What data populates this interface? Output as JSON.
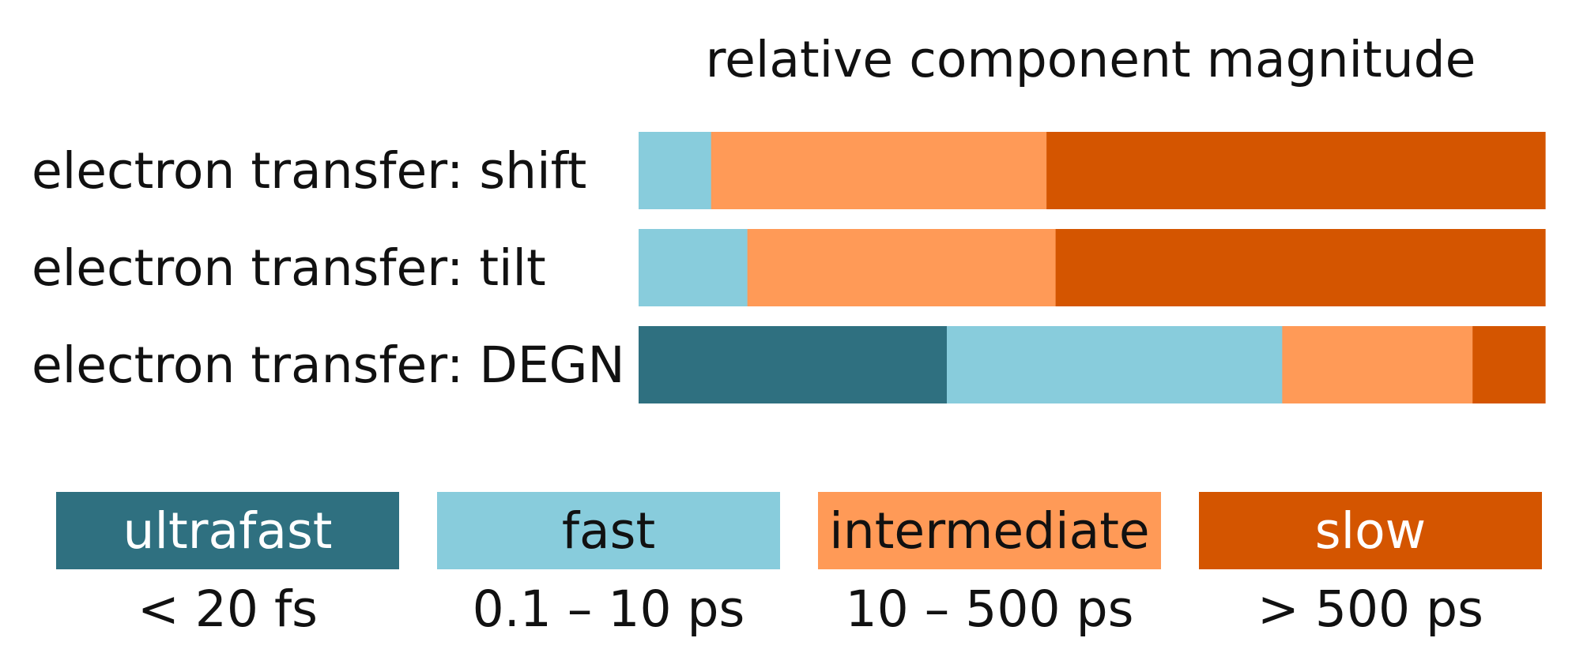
{
  "chart_data": {
    "type": "bar",
    "orientation": "horizontal",
    "stacked": true,
    "normalized": true,
    "title": "relative component magnitude",
    "categories": [
      "electron transfer: shift",
      "electron transfer: tilt",
      "electron transfer: DEGN"
    ],
    "series": [
      {
        "name": "ultrafast",
        "range_label": "< 20 fs",
        "color": "#2f7080",
        "values": [
          0.0,
          0.0,
          0.34
        ],
        "label_color": "#ffffff"
      },
      {
        "name": "fast",
        "range_label": "0.1 – 10 ps",
        "color": "#88ccdc",
        "values": [
          0.08,
          0.12,
          0.37
        ],
        "label_color": "#111111"
      },
      {
        "name": "intermediate",
        "range_label": "10 – 500 ps",
        "color": "#ff9a57",
        "values": [
          0.37,
          0.34,
          0.21
        ],
        "label_color": "#111111"
      },
      {
        "name": "slow",
        "range_label": "> 500 ps",
        "color": "#d45500",
        "values": [
          0.55,
          0.54,
          0.08
        ],
        "label_color": "#ffffff"
      }
    ],
    "xlim": [
      0,
      1
    ],
    "legend_position": "bottom",
    "grid": false
  }
}
